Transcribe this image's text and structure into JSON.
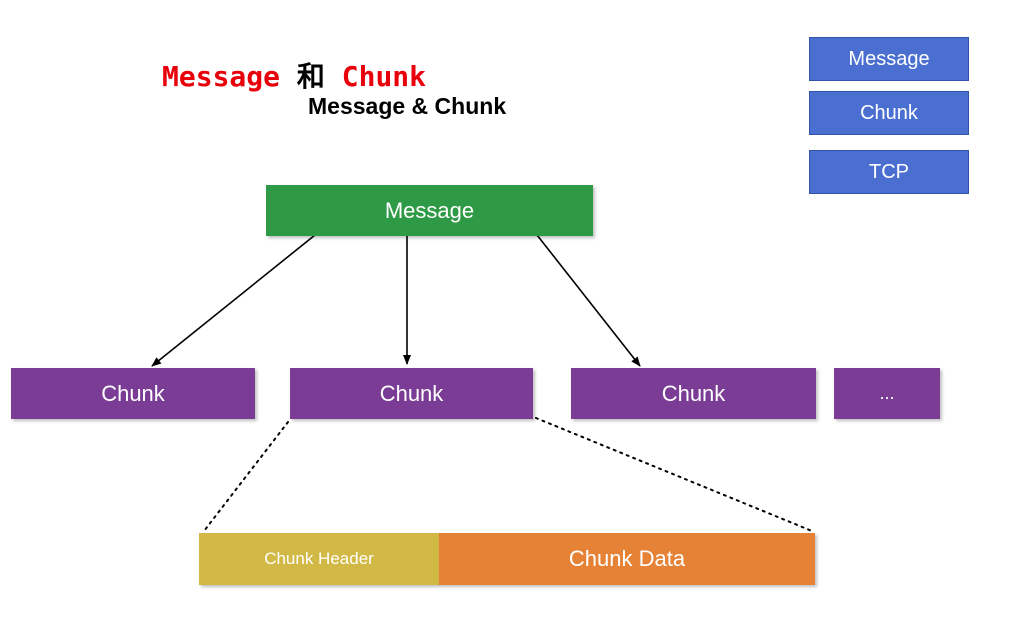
{
  "title": {
    "word1": "Message",
    "cn_sep": " 和 ",
    "word2": "Chunk",
    "subtitle": "Message & Chunk"
  },
  "legend": [
    "Message",
    "Chunk",
    "TCP"
  ],
  "message_box": {
    "label": "Message"
  },
  "chunks": [
    "Chunk",
    "Chunk",
    "Chunk",
    "..."
  ],
  "chunk_detail": {
    "header": "Chunk Header",
    "data": "Chunk Data"
  },
  "colors": {
    "title_red": "#e8000b",
    "message": "#2f9a45",
    "chunk": "#7b3c95",
    "legend": "#4a6fd0",
    "chunk_header": "#d2b844",
    "chunk_data": "#e58235"
  }
}
